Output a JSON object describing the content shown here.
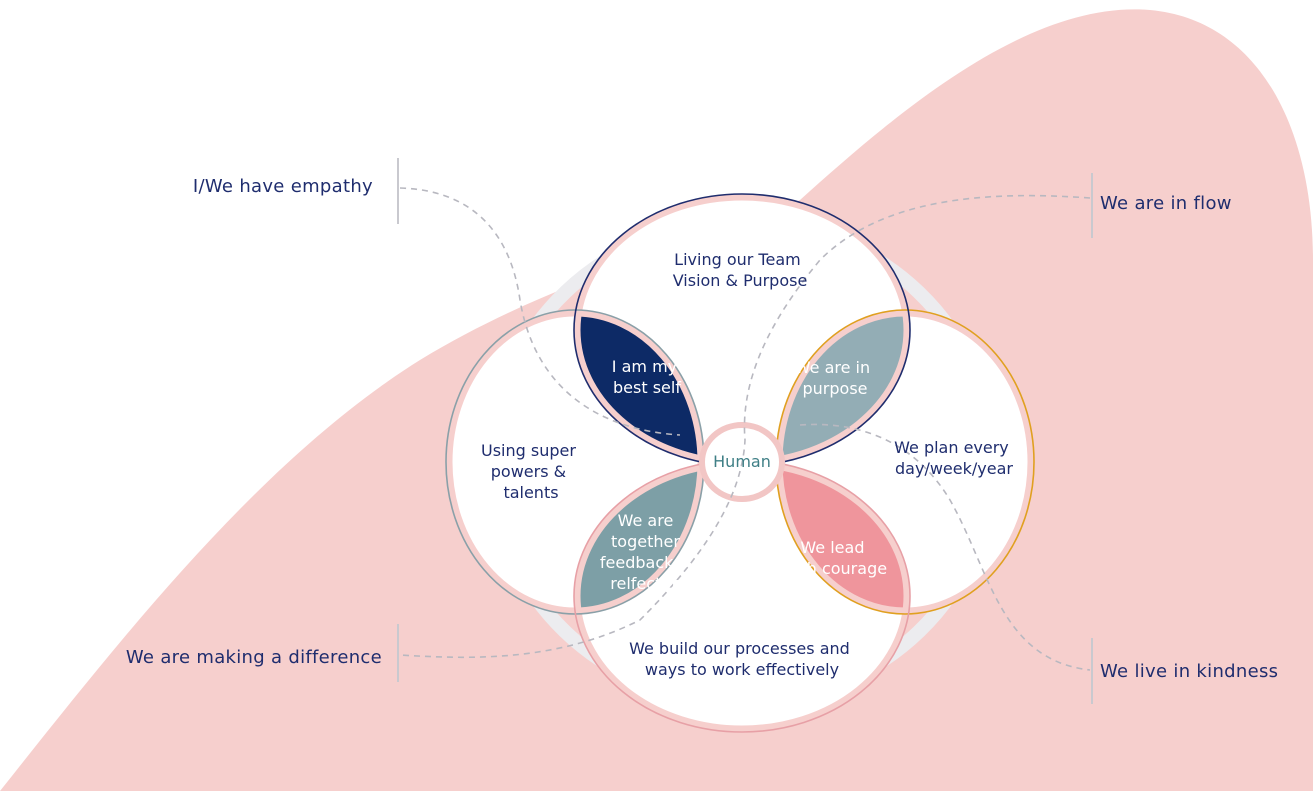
{
  "diagram": {
    "callouts": {
      "empathy": "I/We have empathy",
      "flow": "We are in flow",
      "difference": "We are making a difference",
      "kindness": "We live in kindness"
    },
    "circles": {
      "top": [
        "Living our Team",
        "Vision & Purpose"
      ],
      "left": [
        "Using super",
        "powers &",
        "talents"
      ],
      "right": [
        "We plan every",
        "day/week/year"
      ],
      "bottom": [
        "We build our processes and",
        "ways to work effectively"
      ]
    },
    "petals": {
      "top_left": [
        "I am my",
        "best self"
      ],
      "top_right": [
        "We are in",
        "purpose"
      ],
      "bottom_left": [
        "We are",
        "together",
        "feedback &",
        "relfection"
      ],
      "bottom_right": [
        "We lead",
        "with courage"
      ]
    },
    "center": "Human"
  },
  "colors": {
    "background_shape": "#f6cfcd",
    "navy": "#0d2a66",
    "slate": "#93adb5",
    "teal": "#7d9fa6",
    "coral": "#ef959c",
    "center_gray": "#e6e6e8",
    "ring": "#ececef",
    "outline_top": "#1f2d6e",
    "outline_left": "#8aa0a8",
    "outline_right": "#e0a020",
    "outline_bottom": "#e7a0a6",
    "text_dark": "#1f2d6e",
    "text_light": "#ffffff",
    "dashed": "#b8b8c0"
  }
}
